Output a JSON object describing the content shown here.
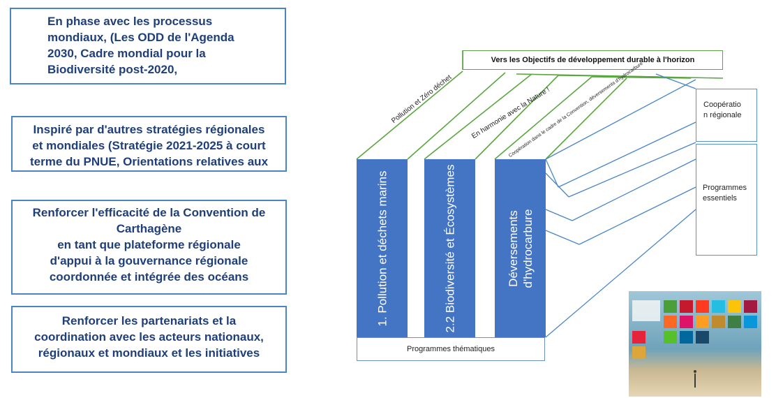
{
  "left_boxes": {
    "box1": [
      "En phase avec les processus",
      "mondiaux, (Les ODD de l'Agenda",
      "2030, Cadre mondial pour la",
      "Biodiversité post-2020,"
    ],
    "box2": [
      "Inspiré par d'autres stratégies régionales",
      "et mondiales (Stratégie 2021-2025 à court",
      "terme du PNUE, Orientations relatives aux"
    ],
    "box3": [
      "Renforcer l'efficacité de la Convention de",
      "Carthagène",
      "en tant que plateforme régionale",
      "d'appui à la gouvernance régionale",
      "coordonnée et intégrée des océans"
    ],
    "box4": [
      "Renforcer les partenariats et la",
      "coordination avec les acteurs nationaux,",
      "régionaux et mondiaux et les  initiatives"
    ]
  },
  "diagram": {
    "goal_label": "Vers les Objectifs de développement durable à l'horizon",
    "pillars": [
      "1. Pollution et déchets marins",
      "2.2 Biodiversité et Écosystèmes",
      "Déversements d'hydrocarbure"
    ],
    "roof_labels": [
      "Pollution et Zéro déchet",
      "En harmonie avec la Nature !",
      "Coopération dans le cadre de la Convention, déversements d'hydrocarbure"
    ],
    "base_label": "Programmes thématiques",
    "right_boxes": {
      "cooperation": [
        "Coopératio",
        "n régionale"
      ],
      "programmes": [
        "Programmes",
        "essentiels"
      ]
    }
  },
  "colors": {
    "pillar": "#4474c4",
    "left_box_border": "#4a86c5",
    "left_text": "#1f3f7a",
    "roof_lines": "#5aa640",
    "right_lines": "#4a86c5"
  },
  "sdg_image": {
    "icon": "sdg-goals-poster",
    "tile_colors": [
      "#e5243b",
      "#dda63a",
      "#4c9f38",
      "#c5192d",
      "#ff3a21",
      "#26bde2",
      "#fcc30b",
      "#a21942",
      "#fd6925",
      "#dd1367",
      "#fd9d24",
      "#bf8b2e",
      "#3f7e44",
      "#0a97d9",
      "#56c02b",
      "#00689d",
      "#19486a"
    ]
  }
}
